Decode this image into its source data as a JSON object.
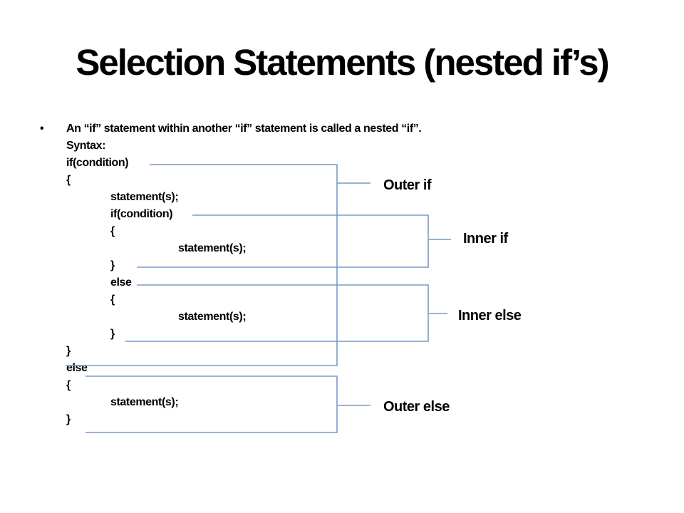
{
  "title": "Selection Statements (nested if’s)",
  "bullet": {
    "marker": "•",
    "text": "An “if” statement within another “if” statement is called a nested “if”."
  },
  "code": {
    "lines": [
      {
        "text": "Syntax:",
        "indent": 0
      },
      {
        "text": "if(condition)",
        "indent": 0
      },
      {
        "text": "{",
        "indent": 0
      },
      {
        "text": "statement(s);",
        "indent": 1
      },
      {
        "text": "if(condition)",
        "indent": 1
      },
      {
        "text": "{",
        "indent": 1
      },
      {
        "text": "statement(s);",
        "indent": 2
      },
      {
        "text": "}",
        "indent": 1
      },
      {
        "text": "else",
        "indent": 1
      },
      {
        "text": "{",
        "indent": 1
      },
      {
        "text": "statement(s);",
        "indent": 2
      },
      {
        "text": "}",
        "indent": 1
      },
      {
        "text": "}",
        "indent": 0
      },
      {
        "text": "else",
        "indent": 0
      },
      {
        "text": "{",
        "indent": 0
      },
      {
        "text": "statement(s);",
        "indent": 1
      },
      {
        "text": "}",
        "indent": 0
      }
    ]
  },
  "diagram": {
    "labels": {
      "outer_if": "Outer if",
      "inner_if": "Inner if",
      "inner_else": "Inner else",
      "outer_else": "Outer else"
    }
  },
  "colors": {
    "line": "#7c99c9",
    "text": "#000000",
    "background": "#ffffff"
  }
}
